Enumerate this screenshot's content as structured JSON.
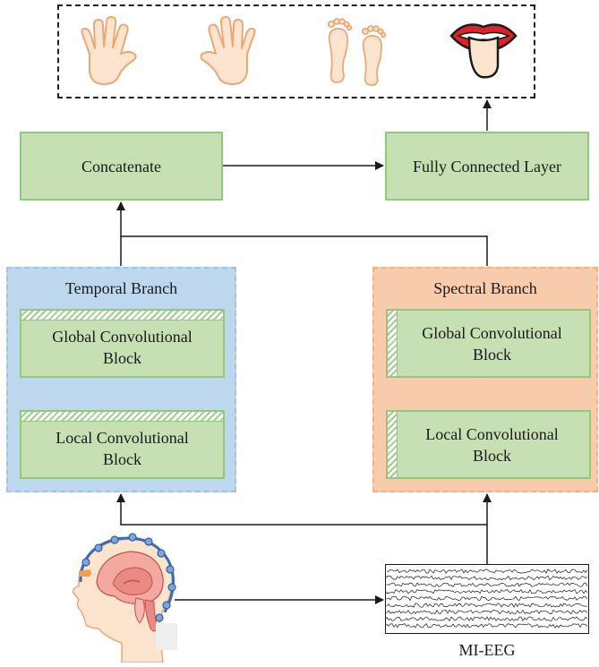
{
  "output_classes": [
    {
      "icon": "left-hand-icon"
    },
    {
      "icon": "right-hand-icon"
    },
    {
      "icon": "feet-icon"
    },
    {
      "icon": "tongue-icon"
    }
  ],
  "concatenate": {
    "label": "Concatenate"
  },
  "fully_connected": {
    "label": "Fully Connected Layer"
  },
  "temporal_branch": {
    "title": "Temporal Branch",
    "global_block": {
      "label": "Global Convolutional\nBlock"
    },
    "local_block": {
      "label": "Local Convolutional\nBlock"
    }
  },
  "spectral_branch": {
    "title": "Spectral Branch",
    "global_block": {
      "label": "Global Convolutional\nBlock"
    },
    "local_block": {
      "label": "Local Convolutional\nBlock"
    }
  },
  "input": {
    "signal_label": "MI-EEG"
  },
  "colors": {
    "block_fill": "#c6e0b4",
    "block_border": "#8fca7a",
    "temporal_fill": "#bdd7ee",
    "temporal_border": "#9dc3e6",
    "spectral_fill": "#f8cbad",
    "spectral_border": "#f4b183",
    "skin": "#fce4cf",
    "skin_outline": "#e8a878"
  }
}
